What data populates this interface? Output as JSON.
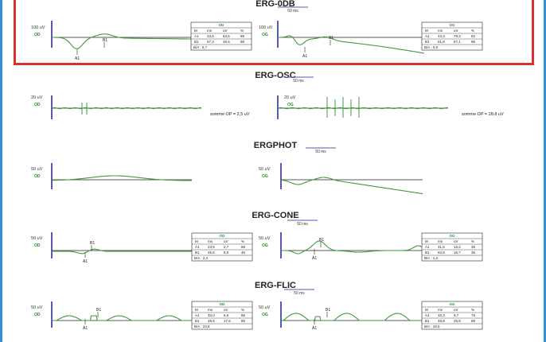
{
  "sections": [
    {
      "key": "odb",
      "title": "ERG-0DB",
      "left": {
        "scale_label": "100 uV",
        "eye": "OD",
        "timebar": "50 ms"
      },
      "right": {
        "scale_label": "100 uV",
        "eye": "OG"
      },
      "table_left": {
        "head": "OD",
        "cols": [
          "M",
          "ms",
          "uV",
          "%"
        ],
        "rows": [
          [
            "A1",
            "43,5",
            "84,5",
            "85"
          ],
          [
            "B1",
            "67,3",
            "45,6",
            "98"
          ]
        ],
        "foot": "B/A : 0,7"
      },
      "table_right": {
        "head": "OG",
        "cols": [
          "M",
          "ms",
          "uV",
          "%"
        ],
        "rows": [
          [
            "A1",
            "43,3",
            "79,2",
            "82"
          ],
          [
            "B1",
            "61,8",
            "57,1",
            "95"
          ]
        ],
        "foot": "B/A : 0,8"
      }
    },
    {
      "key": "osc",
      "title": "ERG-OSC",
      "left": {
        "scale_label": "20 uV",
        "eye": "OD",
        "timebar": "50 ms",
        "sum": "somme OP = 2,5 uV"
      },
      "right": {
        "scale_label": "20 uV",
        "eye": "OG",
        "sum": "somme OP = 28,8 uV"
      }
    },
    {
      "key": "phot",
      "title": "ERGPHOT",
      "left": {
        "scale_label": "50 uV",
        "eye": "OD",
        "timebar": "50 ms"
      },
      "right": {
        "scale_label": "50 uV",
        "eye": "OG"
      }
    },
    {
      "key": "cone",
      "title": "ERG-CONE",
      "left": {
        "scale_label": "50 uV",
        "eye": "OD",
        "timebar": "50 ms"
      },
      "right": {
        "scale_label": "50 uV",
        "eye": "OG"
      },
      "table_left": {
        "head": "OD",
        "cols": [
          "M",
          "ms",
          "uV",
          "%"
        ],
        "rows": [
          [
            "A1",
            "23,5",
            "2,7",
            "88"
          ],
          [
            "B1",
            "45,6",
            "8,0",
            "46"
          ]
        ],
        "foot": "B/A : 2,3"
      },
      "table_right": {
        "head": "OG",
        "cols": [
          "M",
          "ms",
          "uV",
          "%"
        ],
        "rows": [
          [
            "A1",
            "31,6",
            "13,2",
            "36"
          ],
          [
            "B1",
            "62,8",
            "16,7",
            "36"
          ]
        ],
        "foot": "B/A : 1,2"
      }
    },
    {
      "key": "flic",
      "title": "ERG-FLIC",
      "left": {
        "scale_label": "50 uV",
        "eye": "OD",
        "timebar": "50 ms"
      },
      "right": {
        "scale_label": "50 uV",
        "eye": "OG"
      },
      "table_left": {
        "head": "OD",
        "cols": [
          "M",
          "ms",
          "uV",
          "%"
        ],
        "rows": [
          [
            "A1",
            "33,0",
            "6,6",
            "85"
          ],
          [
            "B1",
            "48,5",
            "17,6",
            "85"
          ]
        ],
        "foot": "B/A : 23,8"
      },
      "table_right": {
        "head": "OG",
        "cols": [
          "M",
          "ms",
          "uV",
          "%"
        ],
        "rows": [
          [
            "A1",
            "32,3",
            "9,7",
            "75"
          ],
          [
            "B1",
            "49,8",
            "25,8",
            "88"
          ]
        ],
        "foot": "B/A : 19,5"
      }
    }
  ],
  "markers": {
    "a": "A1",
    "b": "B1"
  },
  "colors": {
    "trace": "#3d9a3d",
    "axis": "#5a5ab0",
    "baseline": "#222222",
    "frame": "#2f8fd6",
    "highlight": "#d8322c"
  }
}
